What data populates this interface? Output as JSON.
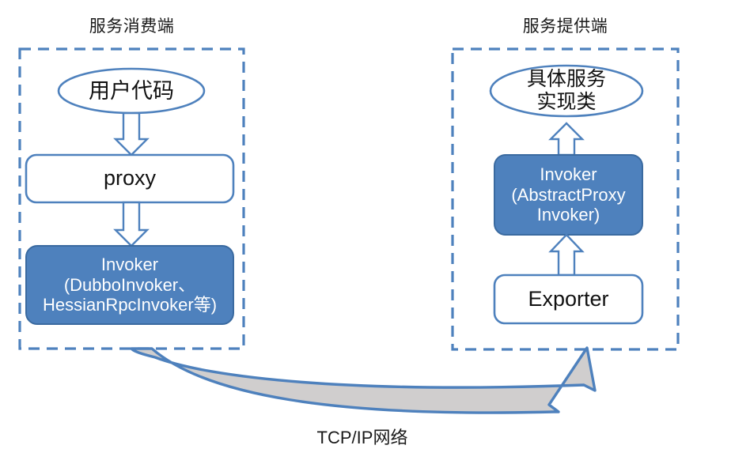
{
  "diagram": {
    "title_consumer": "服务消费端",
    "title_provider": "服务提供端",
    "network_label": "TCP/IP网络",
    "colors": {
      "accent_blue": "#4E81BD",
      "fill_blue": "#4E81BD",
      "stroke_blue": "#4E81BD",
      "white": "#FFFFFF",
      "arrow_gray": "#D0CECE",
      "text_dark": "#111111",
      "text_light": "#FFFFFF"
    },
    "consumer": {
      "container_name": "服务消费端",
      "nodes": [
        {
          "id": "user-code",
          "shape": "ellipse",
          "label": "用户代码",
          "fill": "white"
        },
        {
          "id": "proxy",
          "shape": "rounded-rect",
          "label": "proxy",
          "fill": "white"
        },
        {
          "id": "consumer-invoker",
          "shape": "rounded-rect",
          "label": "Invoker\n(DubboInvoker、\nHessianRpcInvoker等)",
          "fill": "blue"
        }
      ],
      "connectors": [
        {
          "from": "user-code",
          "to": "proxy",
          "direction": "down",
          "style": "block-arrow"
        },
        {
          "from": "proxy",
          "to": "consumer-invoker",
          "direction": "down",
          "style": "block-arrow"
        }
      ]
    },
    "provider": {
      "container_name": "服务提供端",
      "nodes": [
        {
          "id": "service-impl",
          "shape": "ellipse",
          "label": "具体服务\n实现类",
          "fill": "white"
        },
        {
          "id": "provider-invoker",
          "shape": "rounded-rect",
          "label": "Invoker\n(AbstractProxy\nInvoker)",
          "fill": "blue"
        },
        {
          "id": "exporter",
          "shape": "rounded-rect",
          "label": "Exporter",
          "fill": "white"
        }
      ],
      "connectors": [
        {
          "from": "provider-invoker",
          "to": "service-impl",
          "direction": "up",
          "style": "block-arrow"
        },
        {
          "from": "exporter",
          "to": "provider-invoker",
          "direction": "up",
          "style": "block-arrow"
        }
      ]
    },
    "cross_link": {
      "label": "TCP/IP网络",
      "from": "consumer-invoker",
      "to": "exporter",
      "style": "curved-block-arrow"
    }
  }
}
